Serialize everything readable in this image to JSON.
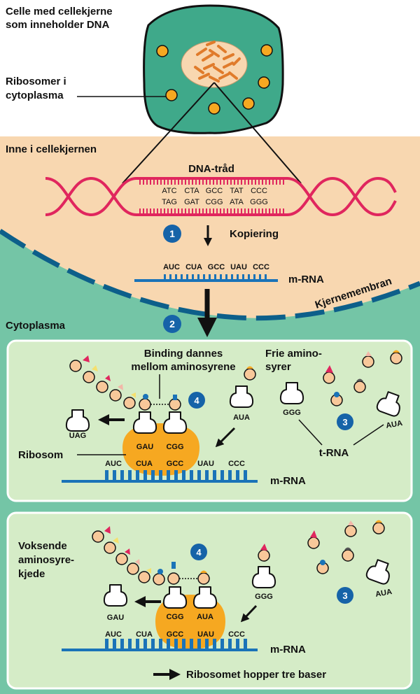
{
  "colors": {
    "nucleoplasm": "#f8d7b0",
    "cytoplasm": "#74c5a6",
    "panel_fill": "#d5ecc7",
    "membrane": "#0d5f8a",
    "dna_strand": "#e0265e",
    "mrna": "#1a73b8",
    "ribosome": "#f6a821",
    "amino_acid": "#f8c89a",
    "step_badge": "#1663a8"
  },
  "labels": {
    "cell_title_line1": "Celle med cellekjerne",
    "cell_title_line2": "som inneholder DNA",
    "ribosomes_line1": "Ribosomer i",
    "ribosomes_line2": "cytoplasma",
    "inside_nucleus": "Inne i cellekjernen",
    "dna_strand": "DNA-tråd",
    "copying": "Kopiering",
    "mrna": "m-RNA",
    "nuclear_membrane": "Kjernemembran",
    "cytoplasm": "Cytoplasma"
  },
  "dna": {
    "top_codons": [
      "ATC",
      "CTA",
      "GCC",
      "TAT",
      "CCC"
    ],
    "bottom_codons": [
      "TAG",
      "GAT",
      "CGG",
      "ATA",
      "GGG"
    ]
  },
  "mrna_codons": [
    "AUC",
    "CUA",
    "GCC",
    "UAU",
    "CCC"
  ],
  "steps": {
    "one": "1",
    "two": "2",
    "three": "3",
    "four": "4"
  },
  "panel1": {
    "binding_line1": "Binding dannes",
    "binding_line2": "mellom aminosyrene",
    "free_line1": "Frie amino-",
    "free_line2": "syrer",
    "trna_label": "t-RNA",
    "ribosome_label": "Ribosom",
    "mrna_label": "m-RNA",
    "released_trna": "UAG",
    "incoming_trna": "AUA",
    "ribosome_trnas": [
      "GAU",
      "CGG"
    ],
    "free_trnas": [
      "GGG",
      "AUA"
    ],
    "codons": [
      "AUC",
      "CUA",
      "GCC",
      "UAU",
      "CCC"
    ]
  },
  "panel2": {
    "chain_line1": "Voksende",
    "chain_line2": "aminosyre-",
    "chain_line3": "kjede",
    "mrna_label": "m-RNA",
    "hop_label": "Ribosomet hopper tre baser",
    "released_trna": "GAU",
    "incoming_trna": "GGG",
    "ribosome_trnas": [
      "CGG",
      "AUA"
    ],
    "free_trna": "AUA",
    "codons": [
      "AUC",
      "CUA",
      "GCC",
      "UAU",
      "CCC"
    ]
  }
}
